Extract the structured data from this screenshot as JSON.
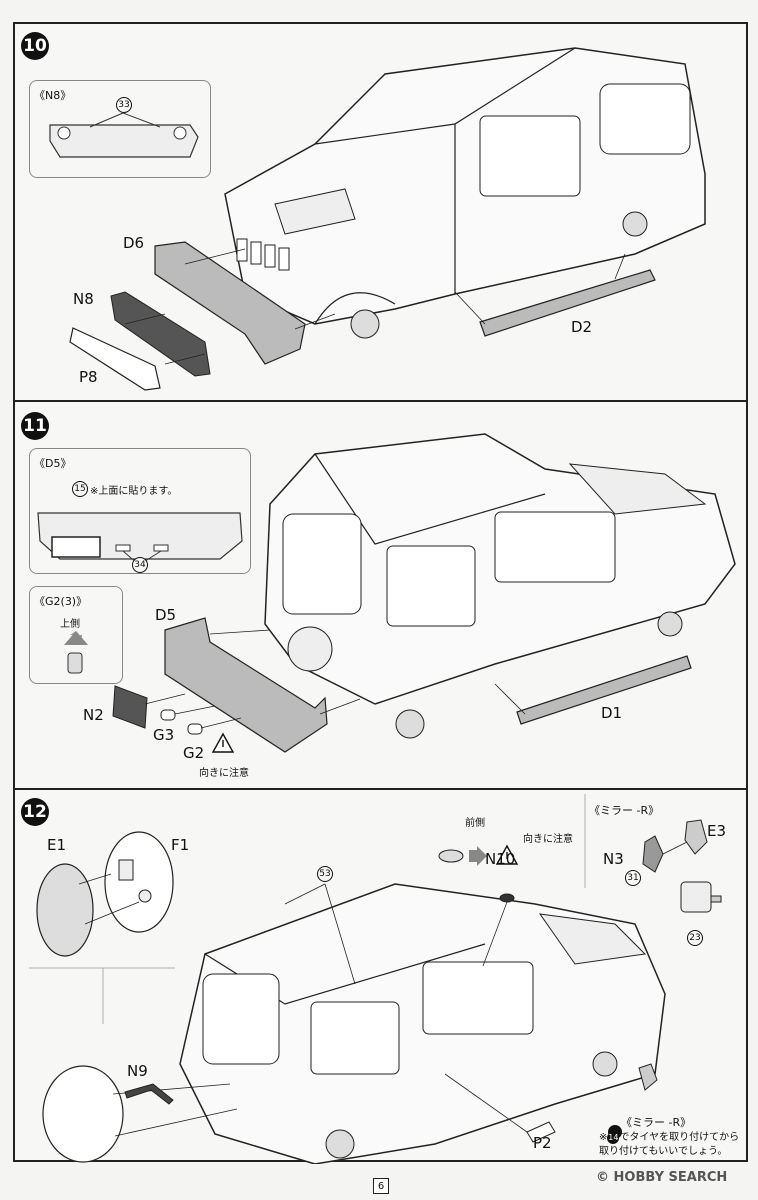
{
  "page_number": "6",
  "watermark": "HOBBY SEARCH",
  "watermark_mark": "©",
  "steps": [
    {
      "number": "10",
      "inset_title": "《N8》",
      "inset_callout": "33",
      "labels": {
        "d6": "D6",
        "n8": "N8",
        "p8": "P8",
        "d2": "D2"
      }
    },
    {
      "number": "11",
      "inset1_title": "《D5》",
      "inset1_callout": "15",
      "inset1_note": "※上面に貼ります。",
      "inset1_callout2": "34",
      "inset2_title": "《G2(3)》",
      "inset2_up": "上側",
      "labels": {
        "d5": "D5",
        "n2": "N2",
        "g3": "G3",
        "g2": "G2",
        "d1": "D1"
      },
      "caution": "向きに注意"
    },
    {
      "number": "12",
      "labels": {
        "e1": "E1",
        "f1": "F1",
        "n9": "N9",
        "p2": "P2",
        "n10": "N10",
        "n3": "N3",
        "e3": "E3"
      },
      "callout_body": "53",
      "front_label": "前側",
      "caution": "向きに注意",
      "mirror_title1": "《ミラー -R》",
      "mirror_callout1": "31",
      "mirror_callout2": "23",
      "mirror_title2": "《ミラー -R》",
      "note_prefix": "※",
      "note_step": "14",
      "note_line1": "でタイヤを取り付けてから",
      "note_line2": "取り付けてもいいでしょう。"
    }
  ]
}
